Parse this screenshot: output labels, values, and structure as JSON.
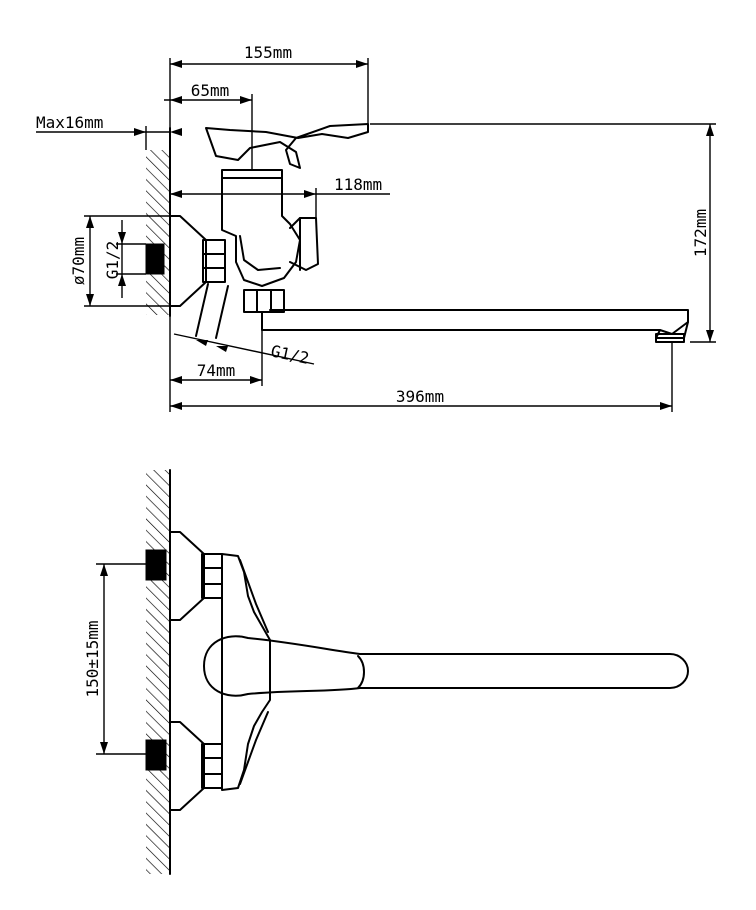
{
  "side_view": {
    "dim_overall_depth": "155mm",
    "dim_handle_offset": "65mm",
    "dim_max_wall": "Max16mm",
    "dim_inlet_to_outlet": "118mm",
    "dim_height": "172mm",
    "dim_flange_diameter": "ø70mm",
    "dim_thread_inlet": "G1/2",
    "dim_thread_outlet": "G1/2",
    "dim_eccentric_length": "74mm",
    "dim_spout_length": "396mm"
  },
  "top_view": {
    "dim_center_distance": "150±15mm"
  }
}
